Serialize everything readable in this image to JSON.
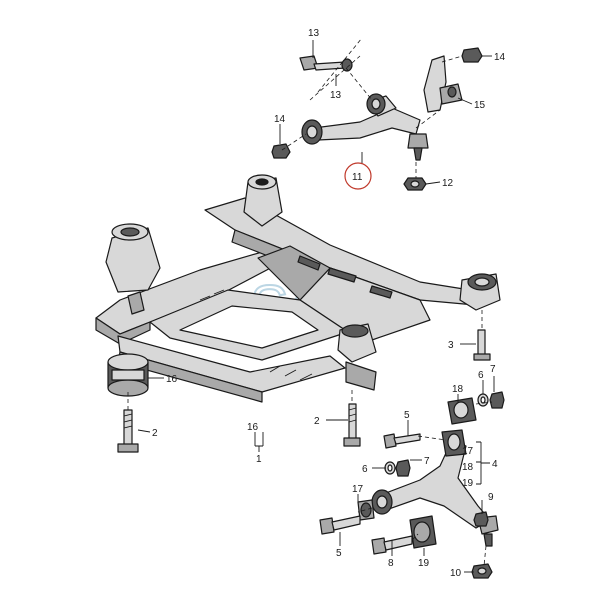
{
  "callouts": {
    "c13a": "13",
    "c13b": "13",
    "c14a": "14",
    "c14b": "14",
    "c15": "15",
    "c11": "11",
    "c12": "12",
    "c3": "3",
    "c16a": "16",
    "c16b": "16",
    "c1": "1",
    "c2a": "2",
    "c2b": "2",
    "c18a": "18",
    "c6a": "6",
    "c7a": "7",
    "c5a": "5",
    "c6b": "6",
    "c7b": "7",
    "c17a": "17",
    "c18b": "18",
    "c19a": "19",
    "c4": "4",
    "c9": "9",
    "c17b": "17",
    "c8": "8",
    "c5b": "5",
    "c19b": "19",
    "c10": "10"
  },
  "watermark": "SQE",
  "colors": {
    "line": "#1a1a1a",
    "part_fill": "#d8d8d8",
    "watermark": "#bcd6e4",
    "highlight_circle": "#c0392b"
  }
}
